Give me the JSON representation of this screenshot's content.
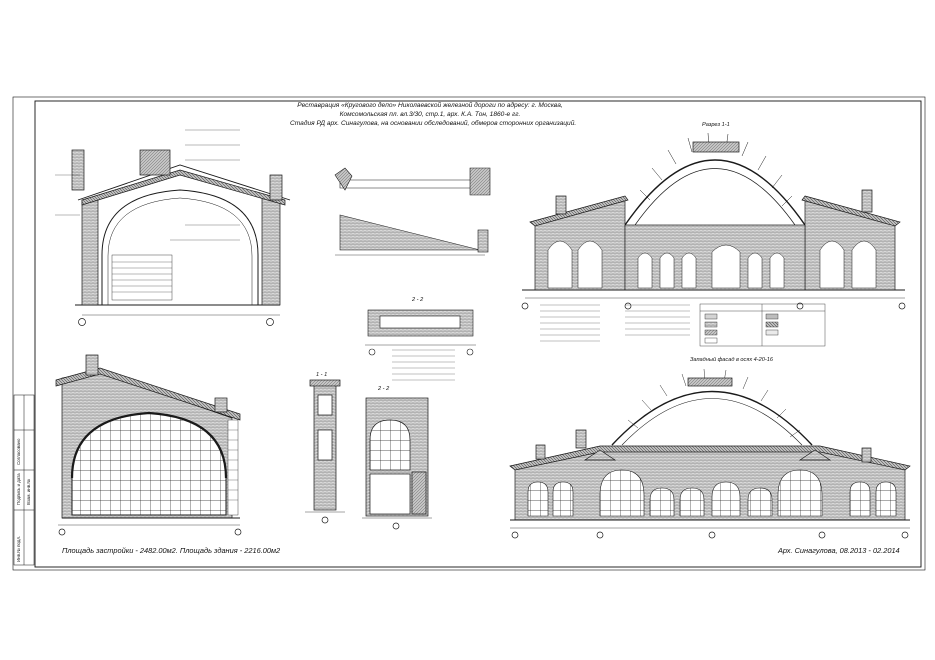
{
  "title_block": {
    "line1": "Реставрация «Кругового депо» Николаевской железной дороги по адресу: г. Москва,",
    "line2": "Комсомольская пл. вл.3/30, стр.1,  арх. К.А. Тон, 1860-е гг.",
    "line3": "Стадия РД арх. Синагулова, на основании обследований, обмеров сторонних организаций."
  },
  "views": {
    "section_1_1": "Разрез 1-1",
    "facade_west": "Западный фасад в осях 4-20-16",
    "detail_2_2": "2 - 2",
    "detail_1_1": "1 - 1",
    "detail_2_2_lower": "2 - 2"
  },
  "footer": {
    "area_text": "Площадь застройки - 2482.00м2.  Площадь здания - 2216.00м2",
    "author_text": "Арх. Синагулова, 08.2013 - 02.2014"
  },
  "side_stamp": [
    "Инв.№ подл.",
    "Подпись и дата",
    "Взам. инв.№",
    "Согласовано"
  ],
  "colors": {
    "line": "#1a1a1a",
    "hatch": "#8a8a8a",
    "paper": "#ffffff"
  }
}
